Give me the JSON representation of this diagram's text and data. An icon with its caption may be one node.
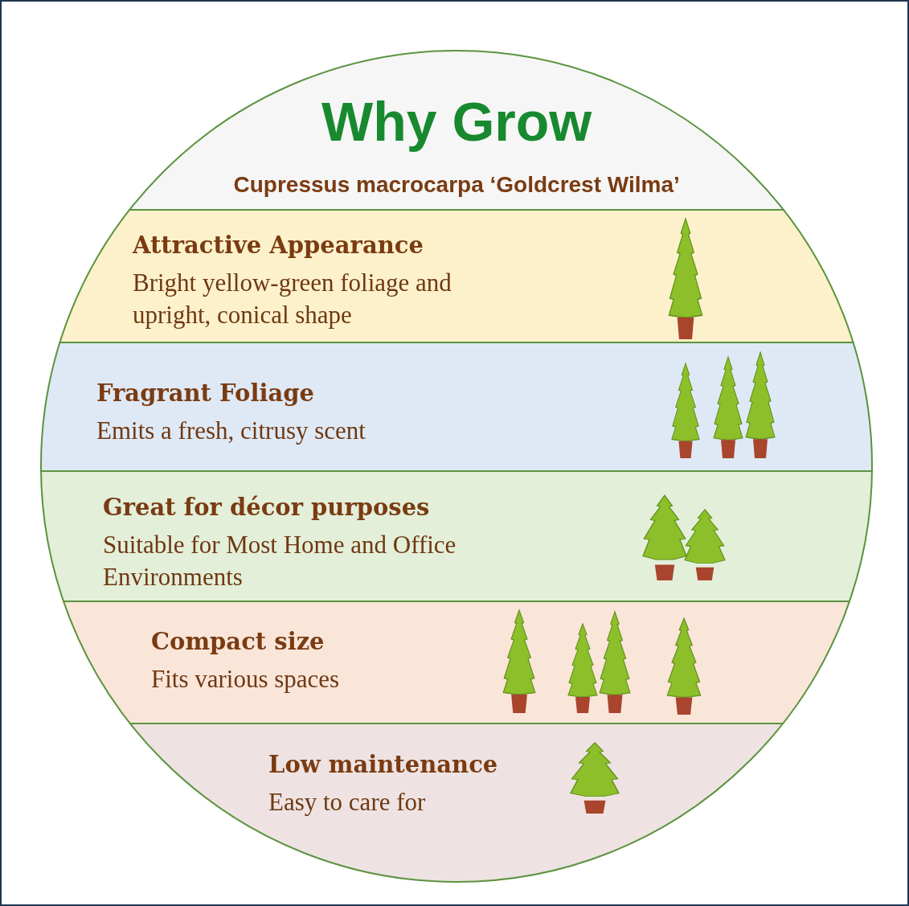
{
  "diagram": {
    "title": "Why Grow",
    "labels": [
      "Cupressus macrocarpa ‘Goldcrest Wilma’"
    ],
    "nodes": [
      {
        "text": [
          "Attractive Appearance",
          "Bright yellow-green foliage and upright, conical shape"
        ]
      },
      {
        "text": [
          "Fragrant Foliage",
          "Emits a fresh, citrusy scent"
        ]
      },
      {
        "text": [
          "Great for décor purposes",
          "Suitable for Most Home and Office Environments"
        ]
      },
      {
        "text": [
          "Compact size",
          "Fits various spaces"
        ]
      },
      {
        "text": [
          "Low maintenance",
          "Easy to care for"
        ]
      }
    ]
  }
}
